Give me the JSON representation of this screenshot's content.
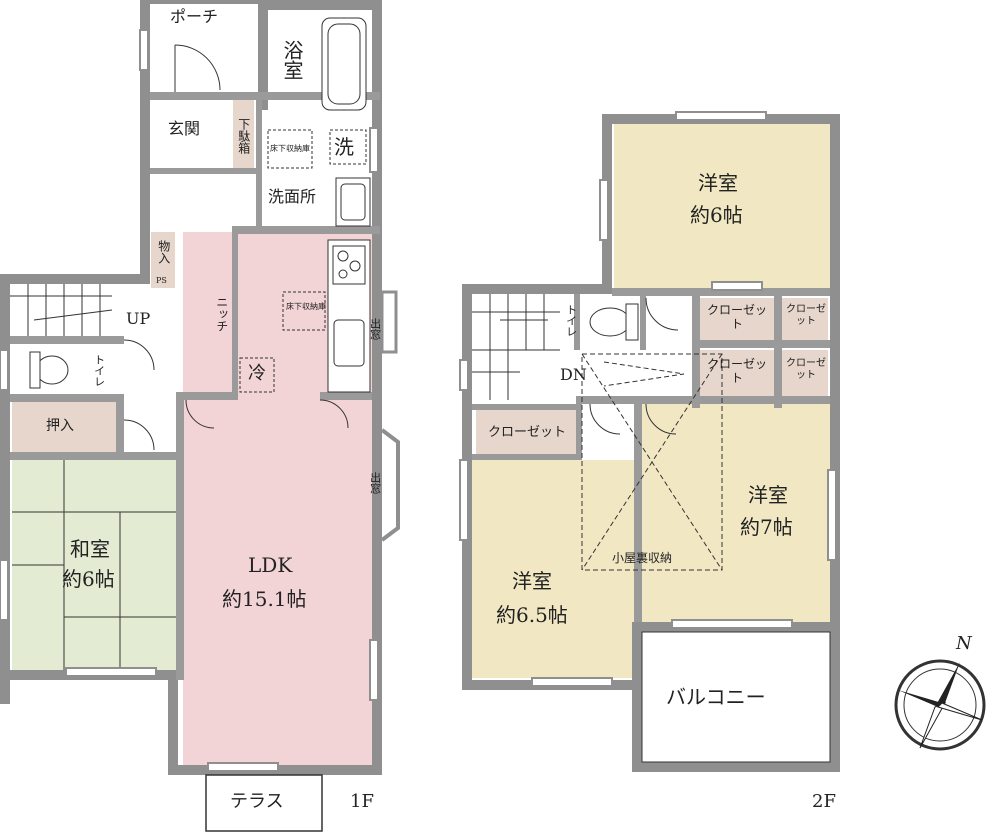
{
  "floor1": {
    "label": "1F",
    "rooms": {
      "porch": "ポーチ",
      "bath": "浴室",
      "entrance": "玄関",
      "shoe_box": "下駄箱",
      "washer_area": "床下収納庫",
      "washer": "洗",
      "washroom": "洗面所",
      "storage": "物入",
      "ps": "PS",
      "stairs_up": "UP",
      "niche": "ニッチ",
      "toilet": "トイレ",
      "closet": "押入",
      "washitsu_name": "和室",
      "washitsu_size": "約6帖",
      "floor_storage": "床下収納庫",
      "fridge": "冷",
      "window1": "出窓",
      "window2": "出窓",
      "ldk_name": "LDK",
      "ldk_size": "約15.1帖",
      "terrace": "テラス"
    }
  },
  "floor2": {
    "label": "2F",
    "rooms": {
      "room_north_name": "洋室",
      "room_north_size": "約6帖",
      "toilet": "トイレ",
      "closet_a": "クローゼット",
      "closet_b": "クローゼット",
      "closet_c": "クローゼット",
      "closet_d": "クローゼット",
      "stairs_down": "DN",
      "closet_left": "クローゼット",
      "room_east_name": "洋室",
      "room_east_size": "約7帖",
      "attic": "小屋裏収納",
      "room_west_name": "洋室",
      "room_west_size": "約6.5帖",
      "balcony": "バルコニー"
    }
  },
  "compass": {
    "north": "N"
  },
  "colors": {
    "wall": "#8f8f8f",
    "ldk": "#f2d3d6",
    "washitsu": "#e3ecd3",
    "western_room": "#f1e8c3",
    "closet": "#e6d6cc",
    "floor": "#ffffff"
  }
}
